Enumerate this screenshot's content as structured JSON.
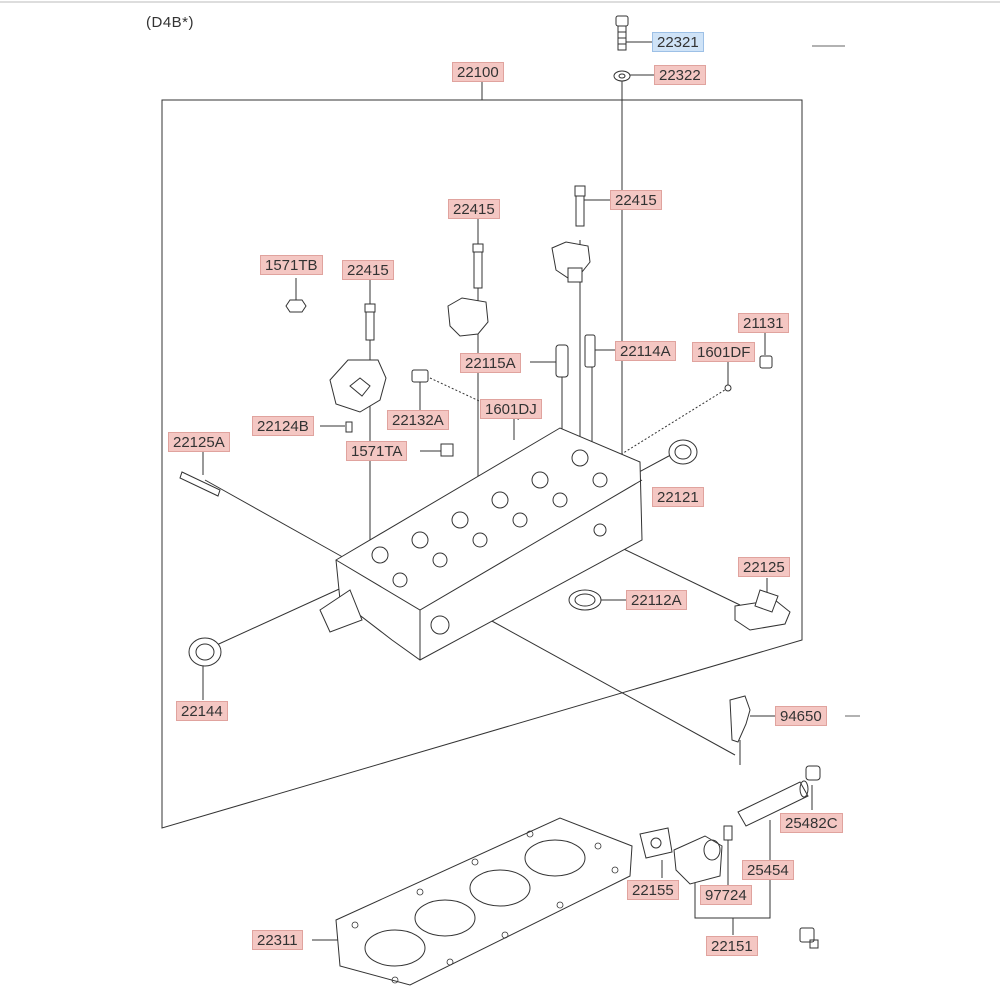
{
  "variant_label": "(D4B*)",
  "parts": {
    "p22321": "22321",
    "p22322": "22322",
    "p22100": "22100",
    "p22415_a": "22415",
    "p22415_b": "22415",
    "p22415_c": "22415",
    "p1571TB": "1571TB",
    "p21131": "21131",
    "p22115A": "22115A",
    "p22114A": "22114A",
    "p1601DF": "1601DF",
    "p22124B": "22124B",
    "p22132A": "22132A",
    "p1601DJ": "1601DJ",
    "p22125A": "22125A",
    "p1571TA": "1571TA",
    "p22121": "22121",
    "p22125": "22125",
    "p22112A": "22112A",
    "p22144": "22144",
    "p94650": "94650",
    "p25482C": "25482C",
    "p25454": "25454",
    "p22155": "22155",
    "p97724": "97724",
    "p22311": "22311",
    "p22151": "22151"
  },
  "selected_part": "22321",
  "colors": {
    "label_bg": "#f4c7c3",
    "label_border": "#e0a39e",
    "selected_bg": "#cfe3f7",
    "line": "#333333"
  }
}
